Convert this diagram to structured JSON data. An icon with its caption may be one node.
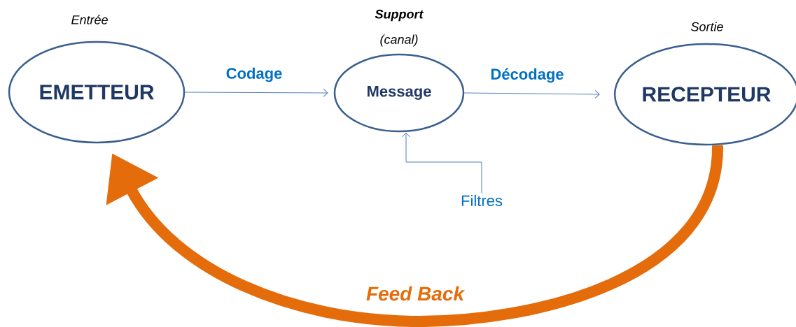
{
  "diagram": {
    "nodes": [
      {
        "text": [
          "EMETTEUR"
        ],
        "beside": [
          "Entrée"
        ]
      },
      {
        "text": [
          "Message"
        ],
        "beside": [
          "Support",
          "(canal)"
        ]
      },
      {
        "text": [
          "RECEPTEUR"
        ],
        "beside": [
          "Sortie"
        ]
      },
      {
        "text": [
          "Filtres"
        ]
      }
    ],
    "edges": [
      {
        "from": 0,
        "to": 1,
        "arrow": "to",
        "label": "Codage"
      },
      {
        "from": 1,
        "to": 2,
        "arrow": "to",
        "label": "Décodage"
      },
      {
        "from": 3,
        "to": 1,
        "arrow": "to"
      },
      {
        "from": 2,
        "to": 0,
        "arrow": "to",
        "label": "Feed Back",
        "style": "thick",
        "color": "#e46c0a"
      }
    ]
  }
}
